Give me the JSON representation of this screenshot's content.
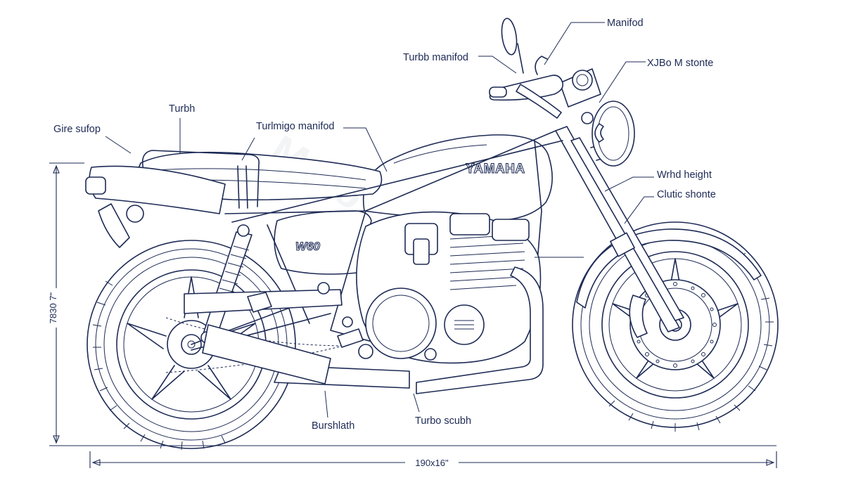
{
  "diagram": {
    "brand_badge": "YAMAHA",
    "model_badge": "W60",
    "watermark": "Moto",
    "labels": {
      "manifold_top": "Manifod",
      "turbo_manifold": "Turbb manifod",
      "xjbo": "XJBo M stonte",
      "turbh": "Turbh",
      "gire": "Gire sufop",
      "turbimigo": "Turlmigo manifod",
      "wrhd_height": "Wrhd height",
      "clutch_stone": "Clutic shonte",
      "bursh": "Burshlath",
      "turbo_scubh": "Turbo scubh"
    },
    "dimensions": {
      "height": "7830 7\"",
      "length": "190x16\""
    },
    "colors": {
      "line": "#1d2a55",
      "background": "#ffffff"
    }
  }
}
